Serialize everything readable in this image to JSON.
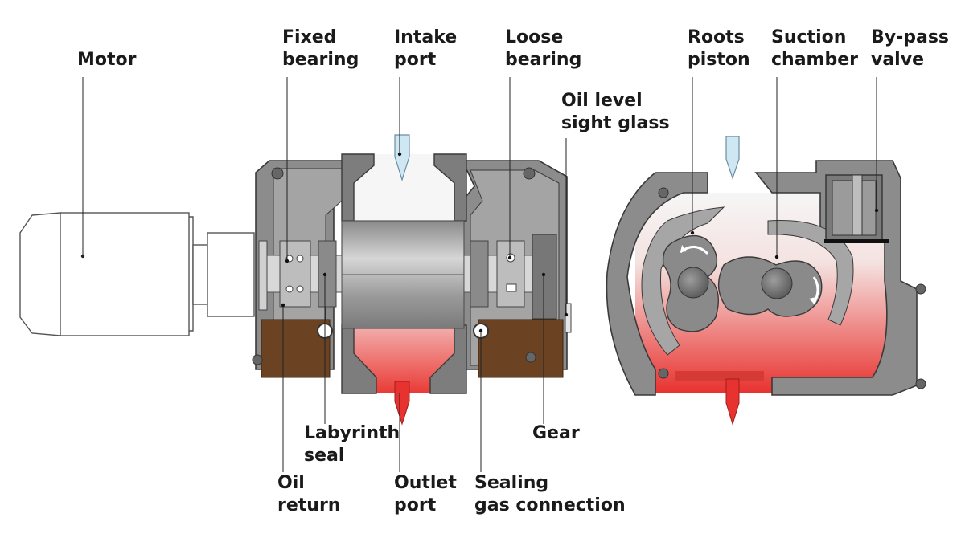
{
  "labels": {
    "motor": "Motor",
    "fixed_bearing": [
      "Fixed",
      "bearing"
    ],
    "intake_port": [
      "Intake",
      "port"
    ],
    "loose_bearing": [
      "Loose",
      "bearing"
    ],
    "oil_level_sight_glass": [
      "Oil level",
      "sight glass"
    ],
    "roots_piston": [
      "Roots",
      "piston"
    ],
    "suction_chamber": [
      "Suction",
      "chamber"
    ],
    "bypass_valve": [
      "By-pass",
      "valve"
    ],
    "labyrinth_seal": [
      "Labyrinth",
      "seal"
    ],
    "gear": "Gear",
    "oil_return": [
      "Oil",
      "return"
    ],
    "outlet_port": [
      "Outlet",
      "port"
    ],
    "sealing_gas_connection": [
      "Sealing",
      "gas connection"
    ]
  },
  "colors": {
    "housing_dark": "#6f6f6f",
    "housing_mid": "#9a9a9a",
    "housing_light": "#c4c4c4",
    "oil": "#6b4322",
    "hot_gas": "#e8322f",
    "intake_flow": "#cfe6f3",
    "outline": "#3a3a3a"
  }
}
